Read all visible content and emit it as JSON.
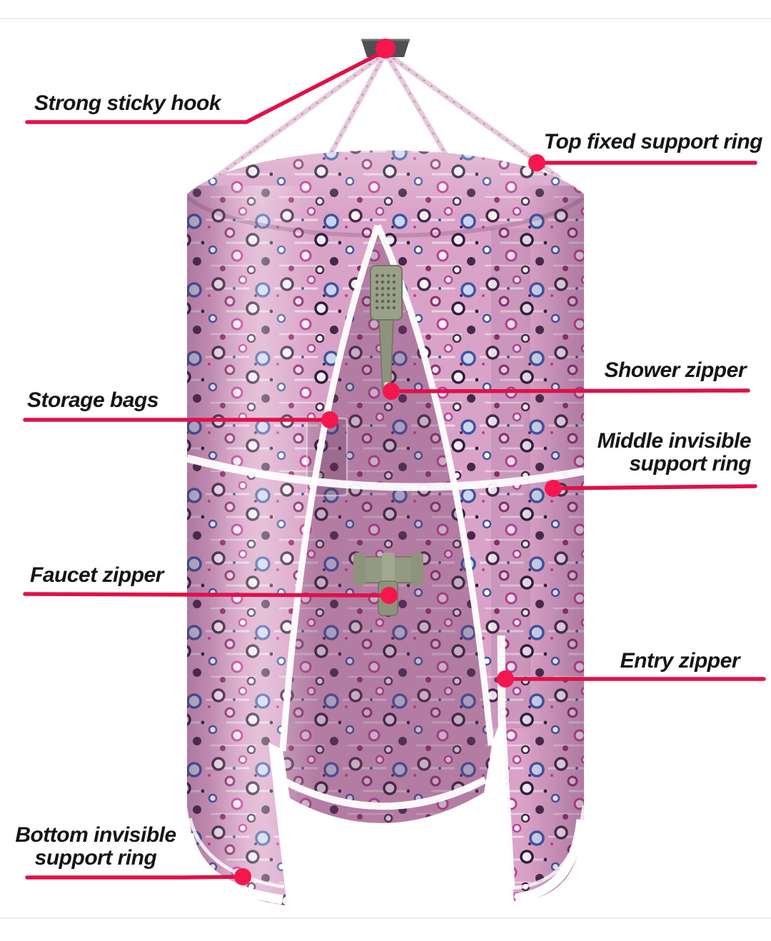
{
  "figure": {
    "kind": "product annotation diagram",
    "subject": "pop-up portable shower privacy tent with floral pattern"
  },
  "colors": {
    "annotation_line": "#e01149",
    "annotation_dot": "#f5164e",
    "label_text": "#151515",
    "fabric_base": "#d9a3c7",
    "fabric_interior_shade": "#7a4070",
    "trim_white": "#ffffff",
    "hook_gray": "#4f4f52",
    "hardware_olive": "#949a82"
  },
  "labels": [
    {
      "id": "strong-sticky-hook",
      "text": "Strong sticky hook"
    },
    {
      "id": "top-fixed-support-ring",
      "text": "Top fixed support ring"
    },
    {
      "id": "shower-zipper",
      "text": "Shower zipper"
    },
    {
      "id": "storage-bags",
      "text": "Storage bags"
    },
    {
      "id": "middle-invisible-support-ring",
      "text": "Middle invisible support ring"
    },
    {
      "id": "faucet-zipper",
      "text": "Faucet zipper"
    },
    {
      "id": "entry-zipper",
      "text": "Entry zipper"
    },
    {
      "id": "bottom-invisible-support-ring",
      "text": "Bottom invisible support ring"
    }
  ],
  "parts": [
    {
      "icon": "sticky-hook-icon"
    },
    {
      "icon": "hanging-strap-icon"
    },
    {
      "icon": "shower-head-icon"
    },
    {
      "icon": "faucet-icon"
    },
    {
      "icon": "storage-bag-icon"
    }
  ]
}
